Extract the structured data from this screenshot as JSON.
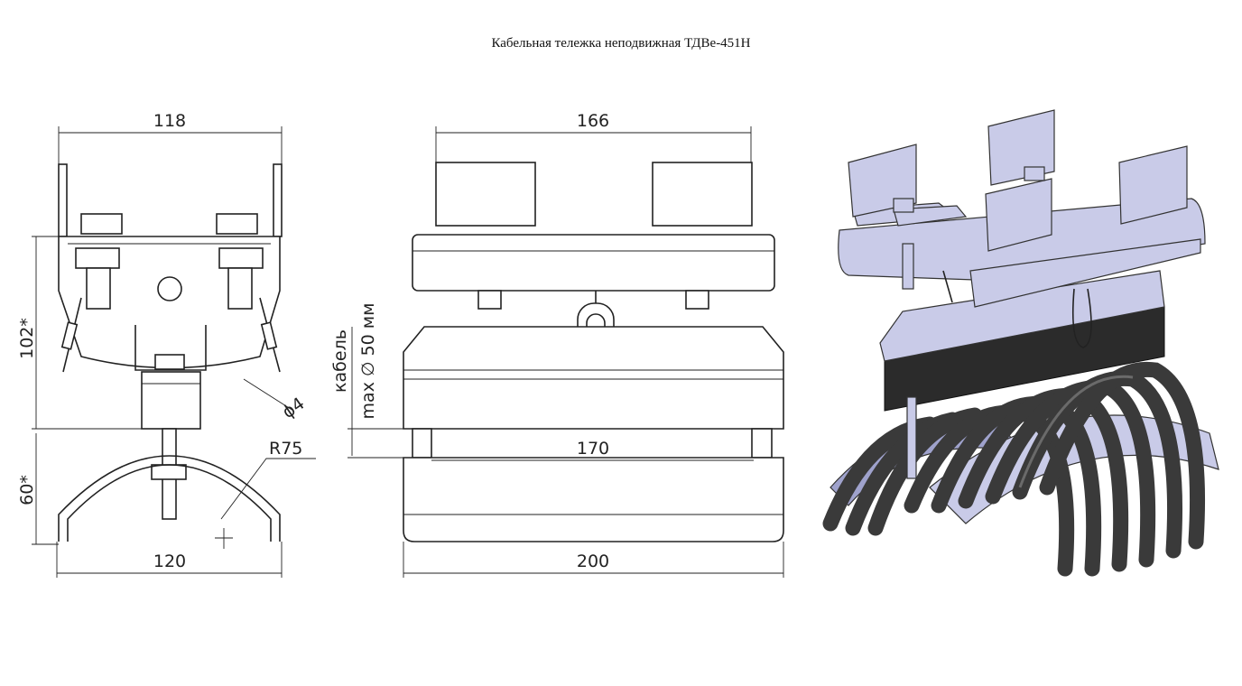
{
  "title": "Кабельная тележка неподвижная ТДВе-451Н",
  "side_view": {
    "width_top": "118",
    "height_upper": "102*",
    "height_lower": "60*",
    "hole_diameter": "ϕ4",
    "radius": "R75",
    "width_bottom": "120"
  },
  "front_view": {
    "width_top": "166",
    "cable_label": "кабель",
    "cable_max": "max ∅ 50 мм",
    "width_middle": "170",
    "width_bottom": "200"
  },
  "colors": {
    "line": "#222222",
    "metal": "#c9cbe8",
    "rubber": "#2b2b2b"
  }
}
